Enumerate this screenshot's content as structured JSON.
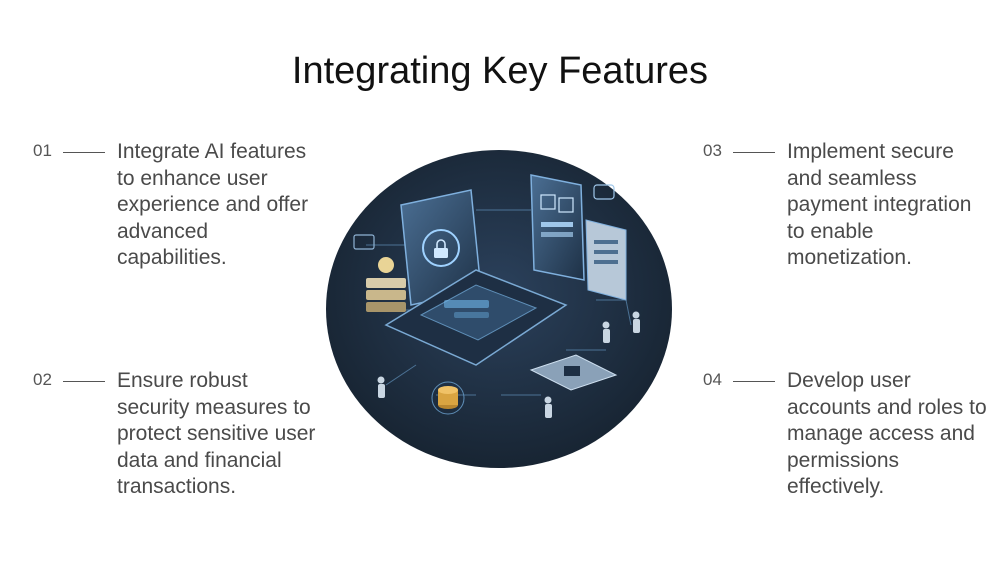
{
  "title": "Integrating Key Features",
  "features": [
    {
      "num": "01",
      "text": "Integrate AI features to enhance user experience and offer advanced capabilities."
    },
    {
      "num": "02",
      "text": "Ensure robust security measures to protect sensitive user data and financial transactions."
    },
    {
      "num": "03",
      "text": "Implement secure and seamless payment integration to enable monetization."
    },
    {
      "num": "04",
      "text": "Develop user accounts and roles to manage access and permissions effectively."
    }
  ],
  "colors": {
    "circle_bg": "#1c2b3f",
    "accent": "#6fb6e8",
    "coin": "#d9a441"
  }
}
